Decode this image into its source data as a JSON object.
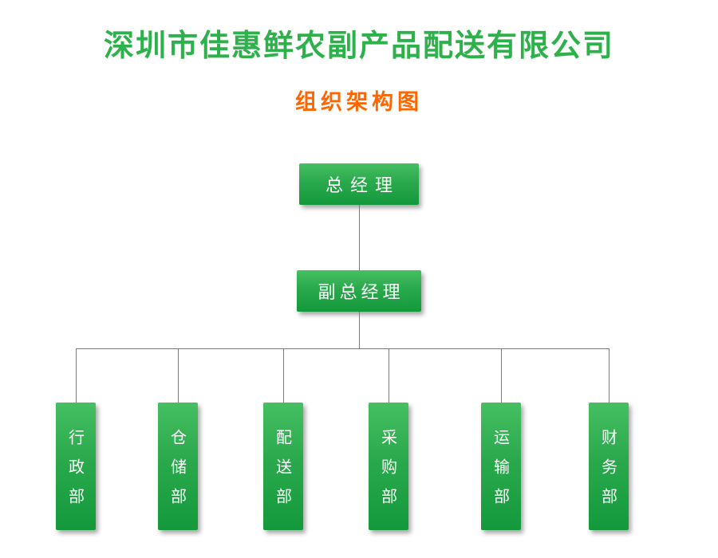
{
  "page": {
    "title": "深圳市佳惠鲜农副产品配送有限公司",
    "subtitle": "组织架构图"
  },
  "chart": {
    "type": "org-chart",
    "root": "总经理",
    "deputy": "副总经理",
    "departments": [
      "行政部",
      "仓储部",
      "配送部",
      "采购部",
      "运输部",
      "财务部"
    ]
  },
  "colors": {
    "title_green": "#2db24b",
    "subtitle_orange": "#ff6600",
    "box_gradient_top": "#45bf62",
    "box_gradient_bottom": "#13993c",
    "connector_line": "#7a7a7a"
  }
}
